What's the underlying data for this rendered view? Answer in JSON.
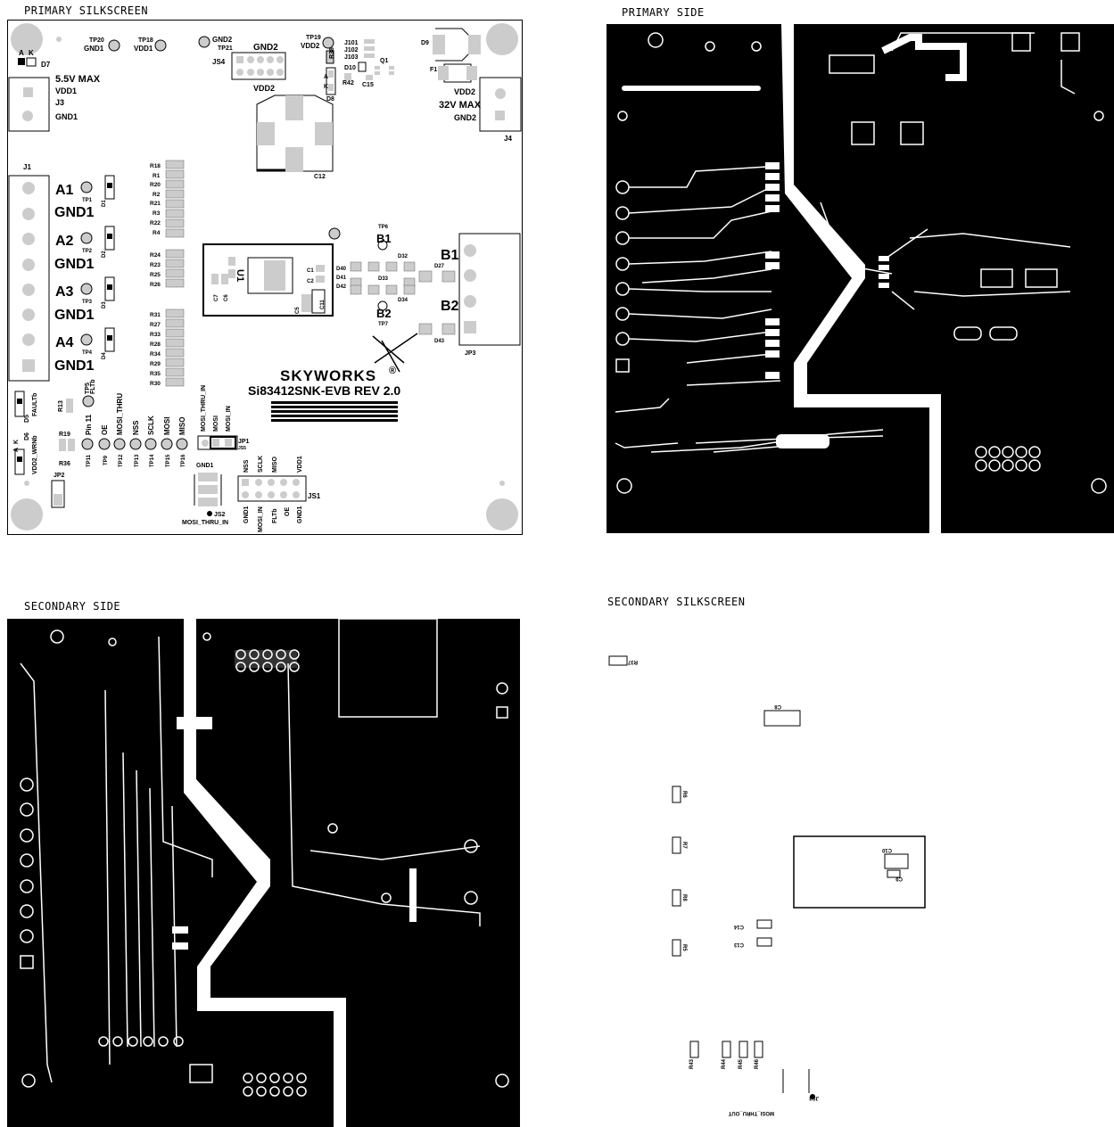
{
  "quadrants": {
    "primary_silkscreen": "PRIMARY SILKSCREEN",
    "primary_side": "PRIMARY SIDE",
    "secondary_side": "SECONDARY SIDE",
    "secondary_silkscreen": "SECONDARY SILKSCREEN"
  },
  "board": {
    "brand": "SKYWORKS",
    "brand_mark": "®",
    "model": "Si83412SNK-EVB REV 2.0",
    "vdd1_max": "5.5V MAX",
    "vdd2_max": "32V MAX",
    "chip": "U1"
  },
  "silkscreen_primary": {
    "tp_top": [
      "TP20",
      "GND1",
      "TP18",
      "VDD1",
      "GND2",
      "TP21",
      "TP19",
      "VDD2"
    ],
    "headers_top": [
      "JS4",
      "GND2",
      "VDD2",
      "C12"
    ],
    "right_top": [
      "J101",
      "J102",
      "J103",
      "D10",
      "Q1",
      "R42",
      "C15",
      "D9",
      "F1",
      "D8",
      "R38",
      "A",
      "K"
    ],
    "left_top": [
      "A",
      "K",
      "D7",
      "VDD1",
      "J3",
      "GND1"
    ],
    "right_connector": [
      "VDD2",
      "GND2",
      "J4"
    ],
    "j1": "J1",
    "channels": [
      "A1",
      "GND1",
      "A2",
      "GND1",
      "A3",
      "GND1",
      "A4",
      "GND1"
    ],
    "tps_left": [
      "TP1",
      "TP2",
      "TP3",
      "TP4"
    ],
    "diodes_left": [
      "D1",
      "D2",
      "D3",
      "D4"
    ],
    "resistors_1": [
      "R18",
      "R1",
      "R20",
      "R2",
      "R21",
      "R3",
      "R22",
      "R4"
    ],
    "resistors_2": [
      "R24",
      "R23",
      "R25",
      "R26"
    ],
    "resistors_3": [
      "R31",
      "R27",
      "R33",
      "R28",
      "R34",
      "R29",
      "R35",
      "R30"
    ],
    "caps_u1": [
      "C1",
      "C2",
      "C7",
      "C6",
      "C5",
      "C11"
    ],
    "outputs": [
      "B1",
      "B2"
    ],
    "diodes_right": [
      "D40",
      "D41",
      "D42",
      "D32",
      "D33",
      "D34",
      "D27",
      "D43"
    ],
    "tps_right": [
      "TP6",
      "TP7"
    ],
    "jp3": "JP3",
    "bottom_left": [
      "FAULTb",
      "D5",
      "A",
      "K",
      "VDD2_WRNb",
      "D6",
      "R13",
      "TP5",
      "FLTb",
      "R19",
      "R36",
      "JP2"
    ],
    "bottom_tps": [
      "TP11",
      "TP9",
      "TP12",
      "TP13",
      "TP14",
      "TP15",
      "TP16"
    ],
    "bottom_signals": [
      "Pin 11",
      "OE",
      "MOSI_THRU",
      "NSS",
      "SCLK",
      "MOSI",
      "MISO"
    ],
    "jp1_labels": [
      "MOSI_THRU_IN",
      "MOSI",
      "MOSI_IN",
      "JP1",
      "JS5"
    ],
    "js2": [
      "GND1",
      "JS2",
      "MOSI_THRU_IN"
    ],
    "js1_top": [
      "NSS",
      "SCLK",
      "MISO",
      "VDD1"
    ],
    "js1_bottom": [
      "GND1",
      "MOSI_IN",
      "FLTb",
      "OE",
      "GND1"
    ],
    "js1": "JS1"
  },
  "silkscreen_secondary": {
    "parts": [
      "R37",
      "C8",
      "R6",
      "R7",
      "R8",
      "R5",
      "C14",
      "C13",
      "C10",
      "C9",
      "R43",
      "R44",
      "R45",
      "R46",
      "JS3"
    ],
    "js3_label": "MOSI_THRU_OUT"
  },
  "colors": {
    "copper": "#000000",
    "board": "#ffffff",
    "silk": "#000000",
    "pad": "#b8b8b8"
  }
}
